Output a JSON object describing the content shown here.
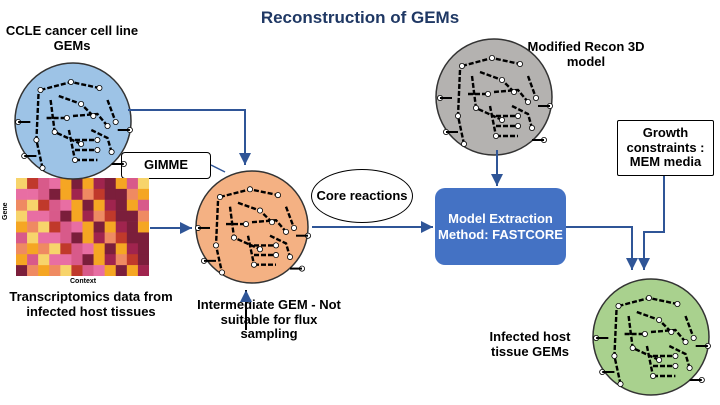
{
  "title": "Reconstruction of GEMs",
  "labels": {
    "ccle": "CCLE cancer cell line GEMs",
    "recon": "Modified Recon 3D model",
    "transcriptomics": "Transcriptomics data from infected host tissues",
    "intermediate": "Intermediate GEM - Not suitable for flux sampling",
    "infected": "Infected host tissue GEMs"
  },
  "boxes": {
    "gimme": "GIMME",
    "core": "Core reactions",
    "fastcore": "Model Extraction Method: FASTCORE",
    "growth": "Growth constraints : MEM media"
  },
  "heatmap": {
    "y_label": "Gene",
    "x_label": "Context",
    "colors": [
      "#7b1e3b",
      "#e86ea3",
      "#c0392b",
      "#f5a623",
      "#f7d46b",
      "#d85a8a",
      "#a0244e",
      "#ef8a62"
    ]
  },
  "colors": {
    "ccle_fill": "#9dc3e6",
    "recon_fill": "#b4b2b0",
    "intermediate_fill": "#f4b183",
    "infected_fill": "#a9d18e",
    "arrow": "#2f5597",
    "accent": "#4472c4",
    "title": "#1f3864"
  }
}
